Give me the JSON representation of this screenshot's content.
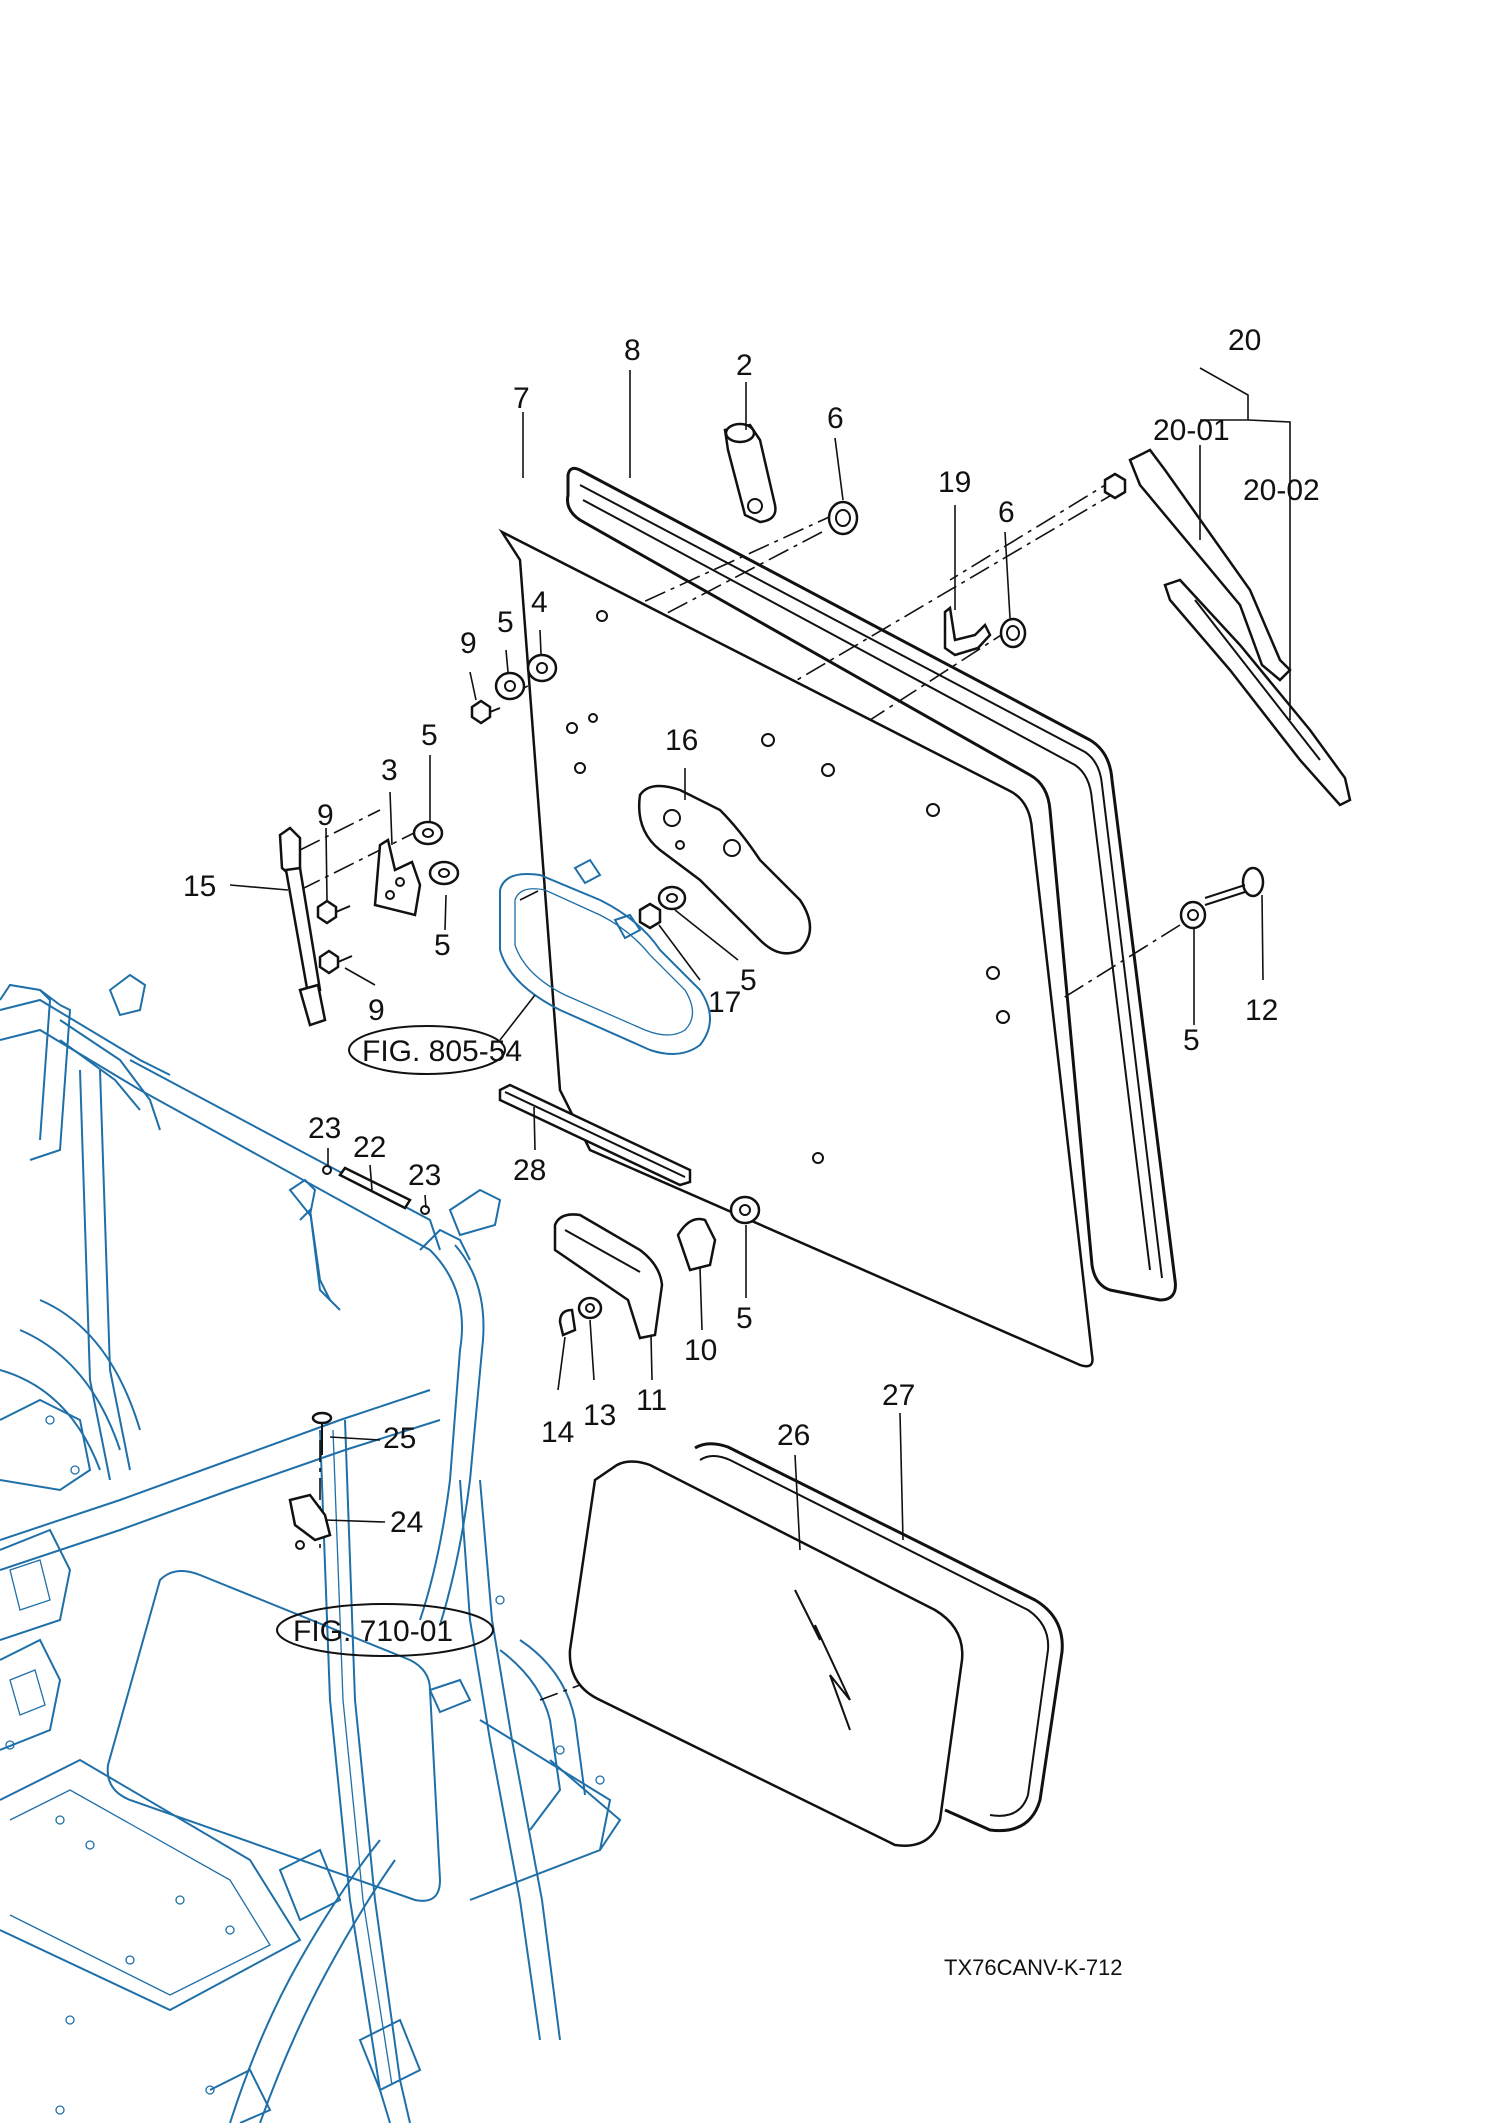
{
  "callouts": [
    {
      "id": "c-8",
      "text": "8"
    },
    {
      "id": "c-2",
      "text": "2"
    },
    {
      "id": "c-20",
      "text": "20"
    },
    {
      "id": "c-20-01",
      "text": "20-01"
    },
    {
      "id": "c-20-02",
      "text": "20-02"
    },
    {
      "id": "c-7",
      "text": "7"
    },
    {
      "id": "c-6a",
      "text": "6"
    },
    {
      "id": "c-19",
      "text": "19"
    },
    {
      "id": "c-6b",
      "text": "6"
    },
    {
      "id": "c-9a",
      "text": "9"
    },
    {
      "id": "c-5a",
      "text": "5"
    },
    {
      "id": "c-4",
      "text": "4"
    },
    {
      "id": "c-5b",
      "text": "5"
    },
    {
      "id": "c-3",
      "text": "3"
    },
    {
      "id": "c-16",
      "text": "16"
    },
    {
      "id": "c-9b",
      "text": "9"
    },
    {
      "id": "c-15",
      "text": "15"
    },
    {
      "id": "c-5c",
      "text": "5"
    },
    {
      "id": "c-9c",
      "text": "9"
    },
    {
      "id": "c-17",
      "text": "17"
    },
    {
      "id": "c-5d",
      "text": "5"
    },
    {
      "id": "c-12",
      "text": "12"
    },
    {
      "id": "c-5e",
      "text": "5"
    },
    {
      "id": "c-23a",
      "text": "23"
    },
    {
      "id": "c-22",
      "text": "22"
    },
    {
      "id": "c-23b",
      "text": "23"
    },
    {
      "id": "c-28",
      "text": "28"
    },
    {
      "id": "c-10",
      "text": "10"
    },
    {
      "id": "c-5f",
      "text": "5"
    },
    {
      "id": "c-11",
      "text": "11"
    },
    {
      "id": "c-13",
      "text": "13"
    },
    {
      "id": "c-14",
      "text": "14"
    },
    {
      "id": "c-27",
      "text": "27"
    },
    {
      "id": "c-26",
      "text": "26"
    },
    {
      "id": "c-25",
      "text": "25"
    },
    {
      "id": "c-24",
      "text": "24"
    }
  ],
  "references": {
    "fig_805_54": "FIG. 805-54",
    "fig_710_01": "FIG. 710-01"
  },
  "drawing_id": "TX76CANV-K-712",
  "colors": {
    "line": "#111111",
    "reference_frame": "#1f6fa8",
    "background": "#ffffff"
  }
}
